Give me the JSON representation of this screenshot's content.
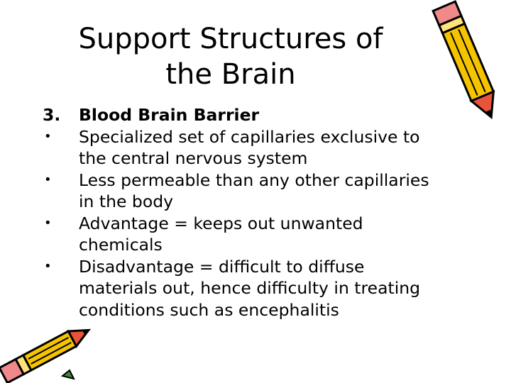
{
  "slide": {
    "title_line1": "Support Structures of",
    "title_line2": "the Brain",
    "heading_number": "3.",
    "heading_text": "Blood Brain Barrier",
    "bullet_symbol": "•",
    "bullets": [
      {
        "line1": "Specialized set of capillaries exclusive to",
        "line2": "the central nervous system"
      },
      {
        "line1": "Less permeable than any other capillaries",
        "line2": "in the body"
      },
      {
        "line1": "Advantage = keeps out unwanted",
        "line2": "chemicals"
      },
      {
        "line1": "Disadvantage  = difficult to diffuse",
        "line2": "materials out, hence difficulty in treating",
        "line3": "conditions such as encephalitis"
      }
    ]
  },
  "decorations": {
    "top_icon": "pencil-clipart-icon",
    "bottom_icon": "pencil-clipart-icon",
    "colors": {
      "pencil_body": "#f5c400",
      "pencil_tip": "#e8533a",
      "pencil_outline": "#000000",
      "accent": "#3a8a3a"
    }
  }
}
